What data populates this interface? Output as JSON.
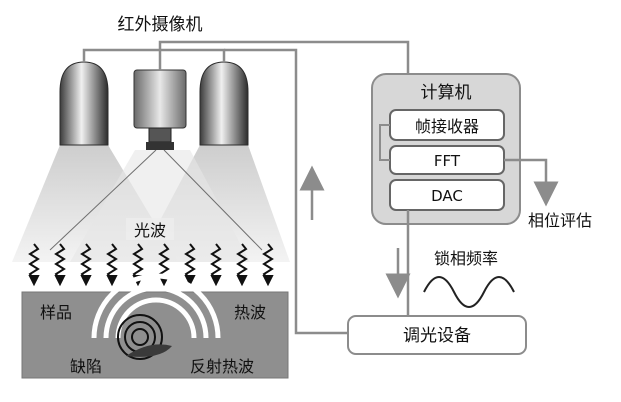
{
  "labels": {
    "ir_camera": "红外摄像机",
    "light_wave": "光波",
    "sample": "样品",
    "heat_wave": "热波",
    "defect": "缺陷",
    "reflected_heat_wave": "反射热波",
    "computer": "计算机",
    "frame_grabber": "帧接收器",
    "fft": "FFT",
    "dac": "DAC",
    "phase_evaluation": "相位评估",
    "lockin_frequency": "锁相频率",
    "light_modulator": "调光设备"
  },
  "colors": {
    "wire": "#8c8c8c",
    "computer_fill": "#d7d7d7",
    "module_fill": "#ffffff",
    "sample_fill": "#8f8f8f",
    "text": "#111111"
  }
}
